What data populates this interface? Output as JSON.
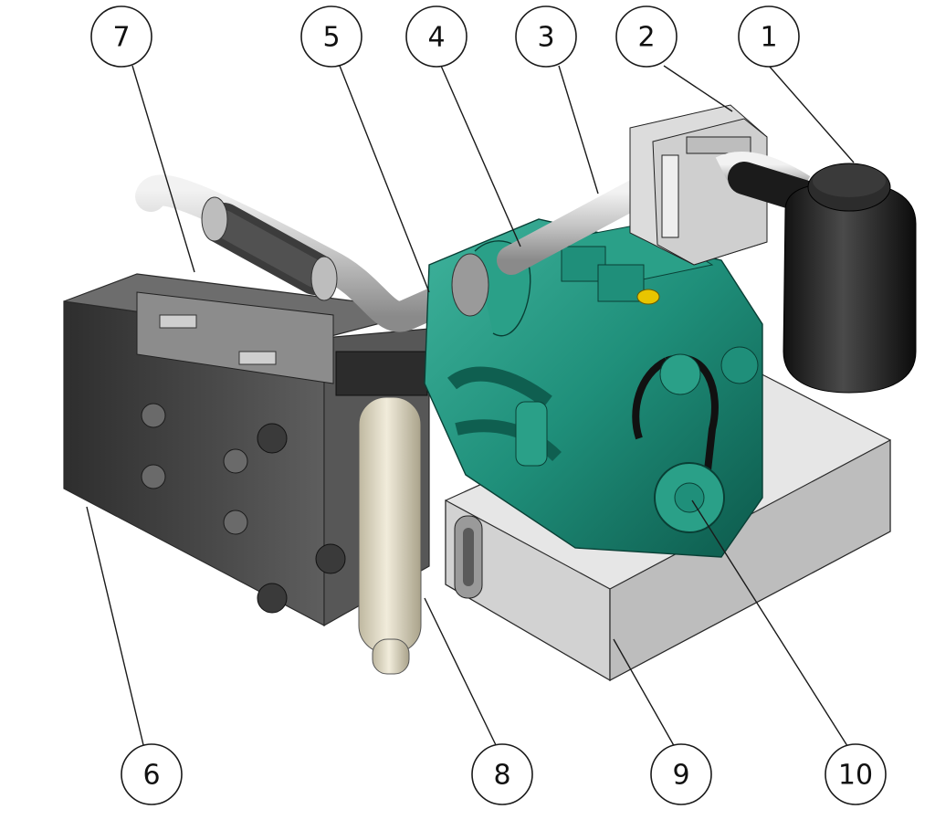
{
  "callouts": [
    {
      "id": "c1",
      "number": "1"
    },
    {
      "id": "c2",
      "number": "2"
    },
    {
      "id": "c3",
      "number": "3"
    },
    {
      "id": "c4",
      "number": "4"
    },
    {
      "id": "c5",
      "number": "5"
    },
    {
      "id": "c6",
      "number": "6"
    },
    {
      "id": "c7",
      "number": "7"
    },
    {
      "id": "c8",
      "number": "8"
    },
    {
      "id": "c9",
      "number": "9"
    },
    {
      "id": "c10",
      "number": "10"
    }
  ],
  "colors": {
    "engine_green": "#1f8f7a",
    "engine_green_dark": "#0f5f50",
    "pipe_gray": "#c9c9c9",
    "radiator_dark": "#3a3a3a",
    "tank_light": "#d8d8d8",
    "filter_black": "#1e1e1e",
    "muffler_beige": "#e6e0cc",
    "cap_yellow": "#e8c500"
  }
}
